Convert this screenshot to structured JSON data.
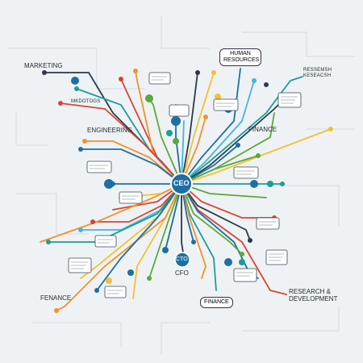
{
  "center": {
    "label": "CEO",
    "color": "#1d6fa3"
  },
  "sub_nodes": {
    "cto": "CTO",
    "cfo": "CFO"
  },
  "departments": {
    "marketing": "MARKETING",
    "marketing_sub": "MKDOTOGS",
    "engineering": "ENGINEERING",
    "human_resources": "HUMAN RESOURCES",
    "finance_right": "FINANCE",
    "research_small": "RESSEMSH",
    "research_small2": "KESEACSH",
    "research_dev": "RESEARCH & DEVELOPMENT",
    "fenance": "FENANCE",
    "finance_bottom": "FINANCE"
  },
  "colors": {
    "blue": "#1d6fa3",
    "teal": "#1a9e9a",
    "orange": "#f0922b",
    "red": "#d64535",
    "green": "#5aa83a",
    "yellow": "#f2c230",
    "navy": "#2b3a4a",
    "lightblue": "#45b4e0"
  }
}
